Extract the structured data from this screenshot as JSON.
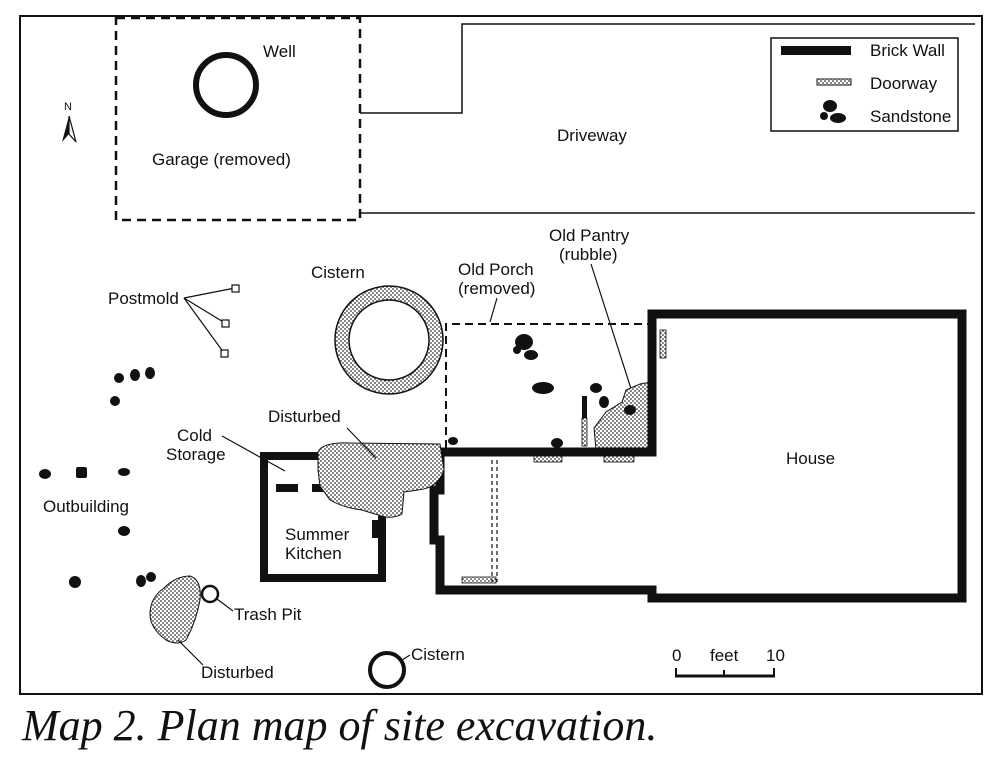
{
  "legend": {
    "items": [
      {
        "label": "Brick Wall",
        "icon": "brick-wall-symbol"
      },
      {
        "label": "Doorway",
        "icon": "doorway-symbol"
      },
      {
        "label": "Sandstone",
        "icon": "sandstone-symbol"
      }
    ]
  },
  "north_arrow": {
    "label": "N"
  },
  "labels": {
    "well": "Well",
    "garage": "Garage (removed)",
    "driveway": "Driveway",
    "cistern_top": "Cistern",
    "old_porch_1": "Old Porch",
    "old_porch_2": "(removed)",
    "old_pantry_1": "Old Pantry",
    "old_pantry_2": "(rubble)",
    "postmold": "Postmold",
    "disturbed_top": "Disturbed",
    "cold_storage_1": "Cold",
    "cold_storage_2": "Storage",
    "outbuilding": "Outbuilding",
    "summer_kitchen_1": "Summer",
    "summer_kitchen_2": "Kitchen",
    "house": "House",
    "trash_pit": "Trash Pit",
    "disturbed_bottom": "Disturbed",
    "cistern_bottom": "Cistern"
  },
  "scale_bar": {
    "start": "0",
    "unit": "feet",
    "end": "10"
  },
  "caption": "Map 2.  Plan map of site excavation.",
  "colors": {
    "ink": "#111111",
    "paper": "#ffffff"
  }
}
